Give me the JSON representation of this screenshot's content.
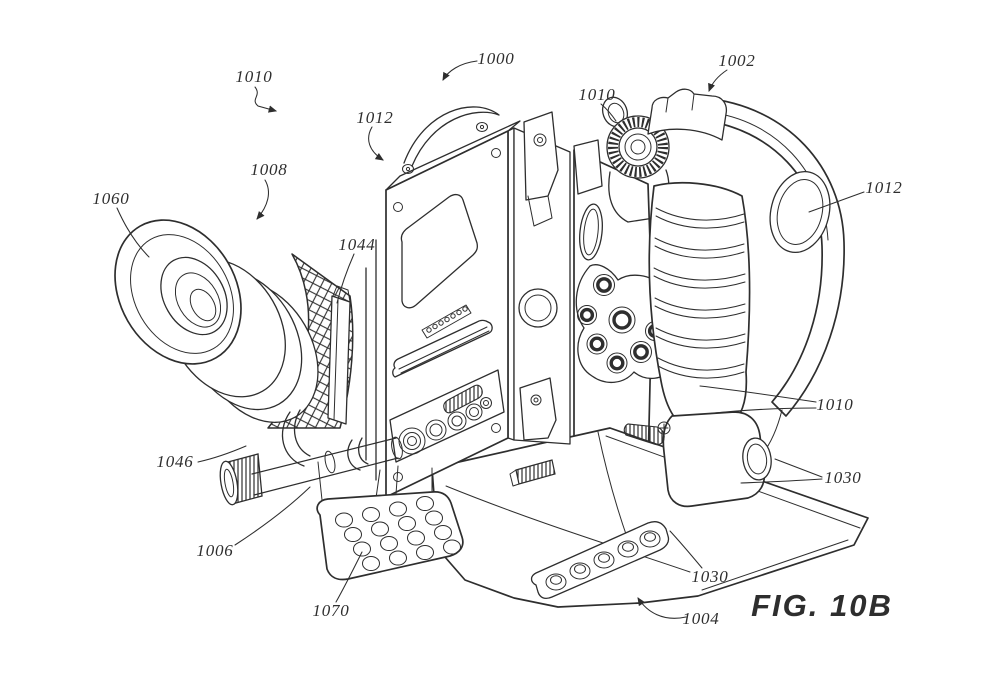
{
  "figure": {
    "caption": "FIG. 10B",
    "background_color": "#ffffff",
    "line_color": "#2e2e2e",
    "drawing_subject": "isometric patent line drawing of a camera assembly with viewfinder eyepiece, side handle, connector panel and base plate",
    "labels": [
      {
        "text": "1010",
        "points_to": "top-left mount area (arrow)"
      },
      {
        "text": "1000",
        "points_to": "overall camera assembly (arrow)"
      },
      {
        "text": "1002",
        "points_to": "handle top mount (arrow)"
      },
      {
        "text": "1010",
        "points_to": "knurled knob dome at handle top"
      },
      {
        "text": "1012",
        "points_to": "front panel top edge (arrow)"
      },
      {
        "text": "1012",
        "points_to": "handle palm pad"
      },
      {
        "text": "1008",
        "points_to": "viewfinder eyepiece assembly (arrow)"
      },
      {
        "text": "1060",
        "points_to": "rubber eyecup"
      },
      {
        "text": "1044",
        "points_to": "latch rail beside eyepiece"
      },
      {
        "text": "1046",
        "points_to": "rod mounting bracket"
      },
      {
        "text": "1006",
        "points_to": "support rod"
      },
      {
        "text": "1070",
        "points_to": "dimpled shoulder pad"
      },
      {
        "text": "1010",
        "points_to": "rear latch on handle base (two leaders)"
      },
      {
        "text": "1030",
        "points_to": "round port on handle base (forked leader)"
      },
      {
        "text": "1030",
        "points_to": "base plate corner"
      },
      {
        "text": "1004",
        "points_to": "bottom base plate (arrow)"
      }
    ]
  }
}
